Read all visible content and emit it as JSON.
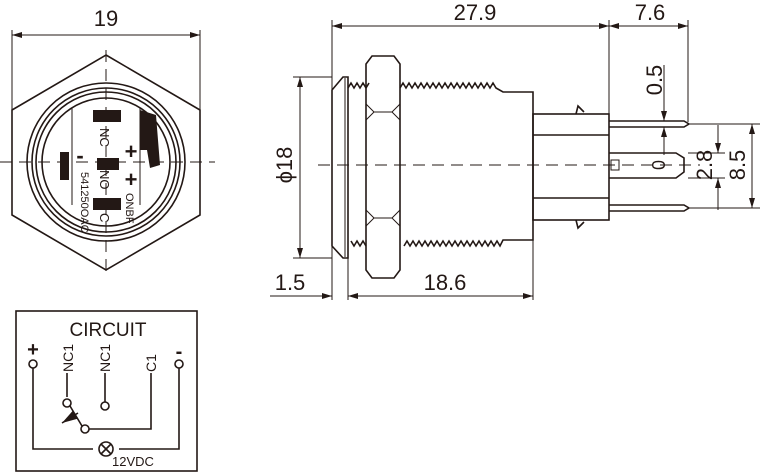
{
  "front_view": {
    "width_dim": "19",
    "terminal_labels": [
      "NC",
      "NO",
      "C",
      "+",
      "+",
      "-"
    ],
    "part_number": "541250OAC",
    "marking": "ONBF"
  },
  "side_view": {
    "overall_length": "27.9",
    "terminal_length": "7.6",
    "terminal_thickness": "0.5",
    "diameter": "ϕ18",
    "terminal_width": "2.8",
    "terminal_spacing": "8.5",
    "bezel_thickness": "1.5",
    "body_length": "18.6",
    "center_terminal_mark": "0"
  },
  "circuit": {
    "title": "CIRCUIT",
    "plus": "+",
    "minus": "-",
    "nc1_a": "NC1",
    "nc1_b": "NC1",
    "c1": "C1",
    "lamp_voltage": "12VDC"
  },
  "colors": {
    "ink": "#231815",
    "background": "#ffffff"
  }
}
